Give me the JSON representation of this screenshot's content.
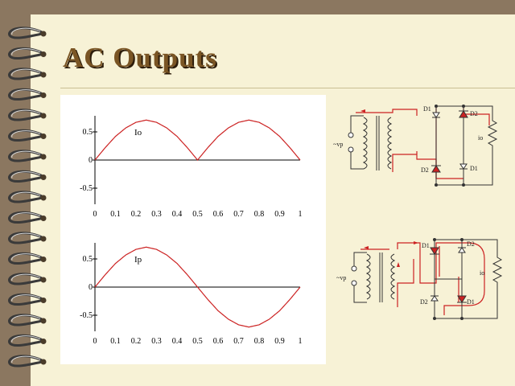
{
  "slide": {
    "title": "AC Outputs"
  },
  "chart_data": [
    {
      "type": "line",
      "title": "",
      "xlabel": "",
      "ylabel": "",
      "ylim": [
        -0.5,
        0.5
      ],
      "x_ticks": [
        "0",
        "0.1",
        "0.2",
        "0.3",
        "0.4",
        "0.5",
        "0.6",
        "0.7",
        "0.8",
        "0.9",
        "1"
      ],
      "y_ticks": [
        "0.5",
        "0",
        "-0.5"
      ],
      "annotation": "Io",
      "series": [
        {
          "x": [
            0,
            0.05,
            0.1,
            0.15,
            0.2,
            0.25,
            0.3,
            0.35,
            0.4,
            0.45,
            0.5,
            0.55,
            0.6,
            0.65,
            0.7,
            0.75,
            0.8,
            0.85,
            0.9,
            0.95,
            1
          ],
          "values": [
            0,
            0.22,
            0.42,
            0.57,
            0.67,
            0.71,
            0.67,
            0.57,
            0.42,
            0.22,
            0,
            0.22,
            0.42,
            0.57,
            0.67,
            0.71,
            0.67,
            0.57,
            0.42,
            0.22,
            0
          ]
        }
      ]
    },
    {
      "type": "line",
      "title": "",
      "xlabel": "",
      "ylabel": "",
      "ylim": [
        -0.5,
        0.5
      ],
      "x_ticks": [
        "0",
        "0.1",
        "0.2",
        "0.3",
        "0.4",
        "0.5",
        "0.6",
        "0.7",
        "0.8",
        "0.9",
        "1"
      ],
      "y_ticks": [
        "0.5",
        "0",
        "-0.5"
      ],
      "annotation": "Ip",
      "series": [
        {
          "x": [
            0,
            0.05,
            0.1,
            0.15,
            0.2,
            0.25,
            0.3,
            0.35,
            0.4,
            0.45,
            0.5,
            0.55,
            0.6,
            0.65,
            0.7,
            0.75,
            0.8,
            0.85,
            0.9,
            0.95,
            1
          ],
          "values": [
            0,
            0.22,
            0.42,
            0.57,
            0.67,
            0.71,
            0.67,
            0.57,
            0.42,
            0.22,
            0,
            -0.22,
            -0.42,
            -0.57,
            -0.67,
            -0.71,
            -0.67,
            -0.57,
            -0.42,
            -0.22,
            0
          ]
        }
      ]
    }
  ],
  "circuits": [
    {
      "source": "~vp",
      "diode_top_left": "D1",
      "diode_top_right": "D2",
      "diode_bottom_left": "D2",
      "diode_bottom_right": "D1",
      "load": "io"
    },
    {
      "source": "~vp",
      "diode_top_left": "D1",
      "diode_top_right": "D2",
      "diode_bottom_left": "D2",
      "diode_bottom_right": "D1",
      "load": "io"
    }
  ],
  "colors": {
    "background": "#8b7760",
    "page": "#f7f2d6",
    "title": "#7a5524",
    "curve": "#cc2222",
    "accent": "#cc2222"
  }
}
